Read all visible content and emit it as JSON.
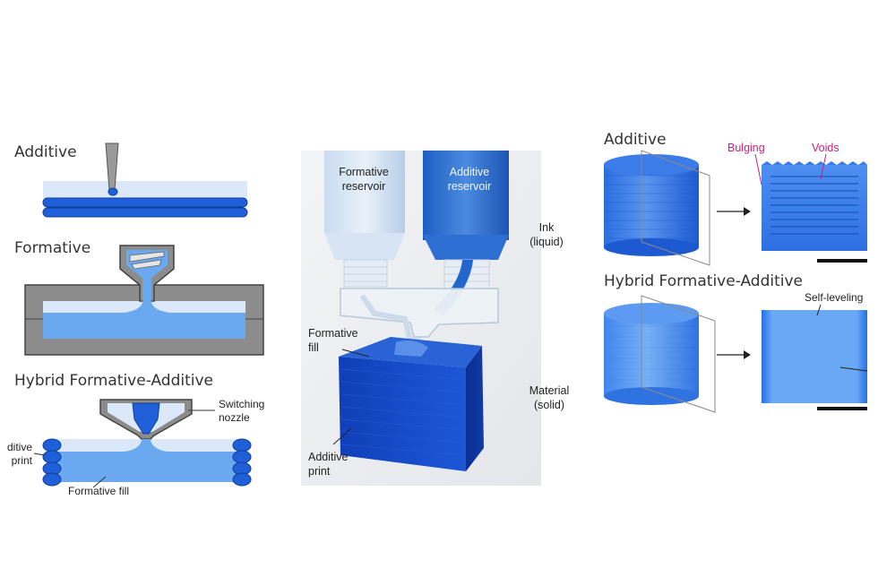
{
  "left_panel": {
    "additive_heading": "Additive",
    "formative_heading": "Formative",
    "hybrid_heading": "Hybrid Formative-Additive",
    "switching_nozzle_label": [
      "Switching",
      "nozzle"
    ],
    "additive_print_label": [
      "ditive",
      "print"
    ],
    "formative_fill_label": "Formative fill"
  },
  "center_panel": {
    "formative_reservoir_label": [
      "Formative",
      "reservoir"
    ],
    "additive_reservoir_label": [
      "Additive",
      "reservoir"
    ],
    "ink_label": [
      "Ink",
      "(liquid)"
    ],
    "formative_fill_label": [
      "Formative",
      "fill"
    ],
    "material_label": [
      "Material",
      "(solid)"
    ],
    "additive_print_label": [
      "Additive",
      "print"
    ]
  },
  "right_panel": {
    "additive_heading": "Additive",
    "hybrid_heading": "Hybrid Formative-Additive",
    "bulging_label": "Bulging",
    "voids_label": "Voids",
    "self_leveling_label": "Self-leveling"
  },
  "colors": {
    "ink_blue": "#1f5fd8",
    "light_blue": "#6aa8ef",
    "pale_blue": "#dbe8fa",
    "mold_gray": "#8c8c8c",
    "annotation_pink": "#cc1f7a"
  }
}
